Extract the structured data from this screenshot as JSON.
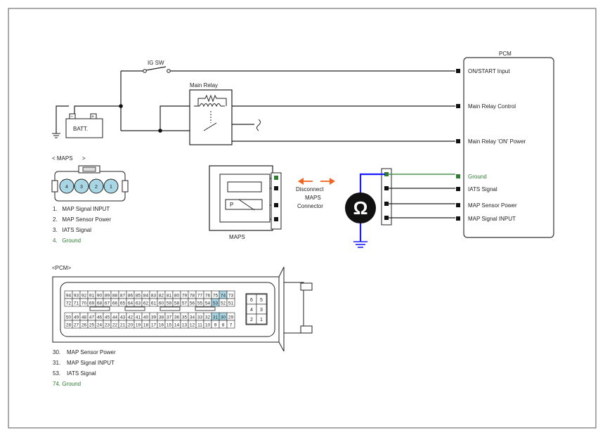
{
  "colors": {
    "ground": "#2e7d32",
    "arrow": "#f26522",
    "meter_wire": "#1a1aff",
    "pin_highlight": "#a9d6e5"
  },
  "switch": {
    "label": "IG SW"
  },
  "relay": {
    "label": "Main Relay"
  },
  "battery": {
    "label": "BATT."
  },
  "pcm": {
    "title": "PCM",
    "pins": [
      {
        "label": "ON/START Input",
        "green": false
      },
      {
        "label": "Main Relay Control",
        "green": false
      },
      {
        "label": "Main Relay 'ON' Power",
        "green": false
      },
      {
        "label": "Ground",
        "green": true
      },
      {
        "label": "IATS Signal",
        "green": false
      },
      {
        "label": "MAP Sensor Power",
        "green": false
      },
      {
        "label": "MAP Signal INPUT",
        "green": false
      }
    ]
  },
  "maps_sensor": {
    "label": "MAPS",
    "p_label": "P"
  },
  "disconnect": {
    "line1": "Disconnect",
    "line2": "MAPS",
    "line3": "Connector"
  },
  "meter": {
    "symbol": "Ω",
    "icon": "ohmmeter-icon"
  },
  "maps_connector": {
    "title": "< MAPS      >",
    "pins": [
      "4",
      "3",
      "2",
      "1"
    ],
    "legend": [
      {
        "text": "1.   MAP Signal INPUT",
        "green": false
      },
      {
        "text": "2.   MAP Sensor Power",
        "green": false
      },
      {
        "text": "3.   IATS Signal",
        "green": false
      },
      {
        "text": "4.   Ground",
        "green": true
      }
    ]
  },
  "pcm_connector": {
    "title": "<PCM>",
    "rows": [
      [
        "94",
        "93",
        "92",
        "91",
        "90",
        "89",
        "88",
        "87",
        "86",
        "85",
        "84",
        "83",
        "82",
        "81",
        "80",
        "79",
        "78",
        "77",
        "76",
        "75",
        "74",
        "73"
      ],
      [
        "72",
        "71",
        "70",
        "69",
        "68",
        "67",
        "66",
        "65",
        "64",
        "63",
        "62",
        "61",
        "60",
        "59",
        "58",
        "57",
        "56",
        "55",
        "54",
        "53",
        "52",
        "51"
      ],
      [
        "50",
        "49",
        "48",
        "47",
        "46",
        "45",
        "44",
        "43",
        "42",
        "41",
        "40",
        "39",
        "38",
        "37",
        "36",
        "35",
        "34",
        "33",
        "32",
        "31",
        "30",
        "29"
      ],
      [
        "28",
        "27",
        "26",
        "25",
        "24",
        "23",
        "22",
        "21",
        "20",
        "19",
        "18",
        "17",
        "16",
        "15",
        "14",
        "13",
        "12",
        "11",
        "10",
        "9",
        "8",
        "7"
      ]
    ],
    "highlighted": [
      "74",
      "53",
      "31",
      "30"
    ],
    "small_block": [
      [
        "6",
        "5"
      ],
      [
        "4",
        "3"
      ],
      [
        "2",
        "1"
      ]
    ],
    "legend": [
      {
        "text": "30.    MAP Sensor Power",
        "green": false
      },
      {
        "text": "31.    MAP Signal INPUT",
        "green": false
      },
      {
        "text": "53.    IATS Signal",
        "green": false
      },
      {
        "text": "74. Ground",
        "green": true
      }
    ]
  }
}
